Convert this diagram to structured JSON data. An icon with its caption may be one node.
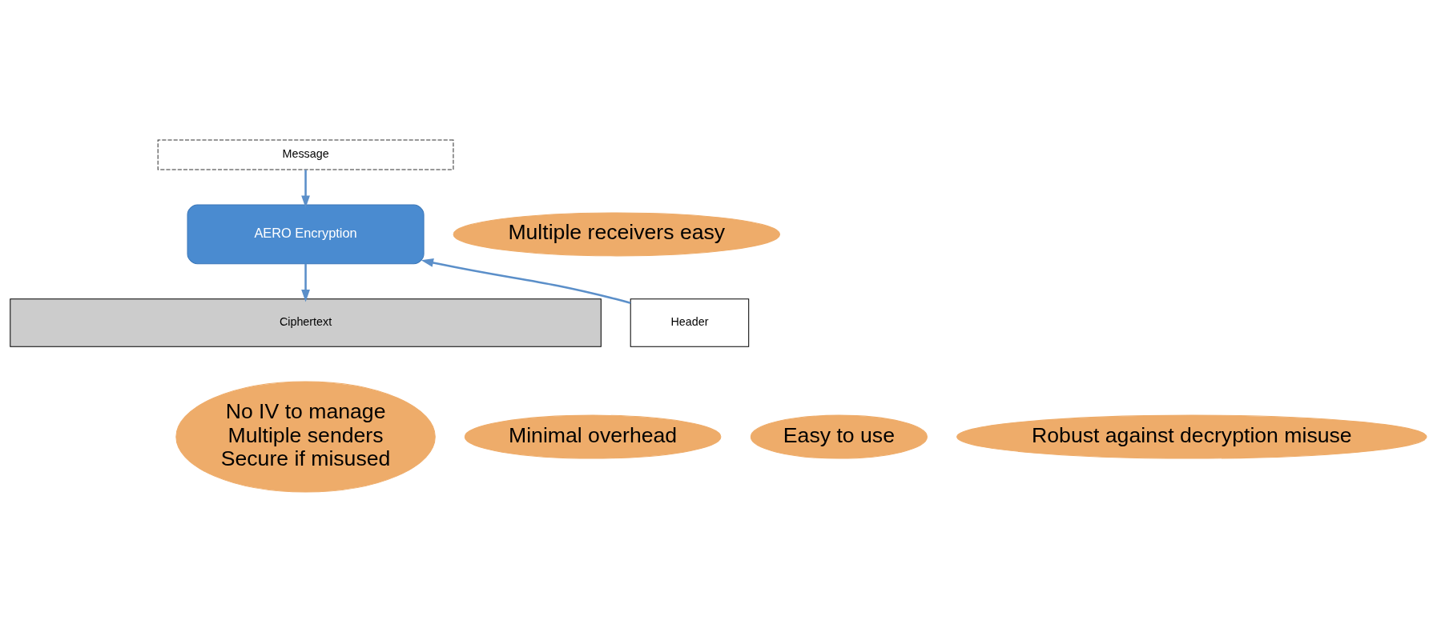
{
  "diagram": {
    "nodes": [
      {
        "text": [
          "Message"
        ]
      },
      {
        "text": [
          "Multiple receivers easy"
        ]
      },
      {
        "text": [
          "AERO Encryption"
        ]
      },
      {
        "text": [
          "Header"
        ]
      },
      {
        "text": [
          "Ciphertext"
        ]
      },
      {
        "text": [
          "No IV to manage",
          "Multiple senders",
          "Secure if misused"
        ]
      },
      {
        "text": [
          "Minimal overhead"
        ]
      },
      {
        "text": [
          "Easy to use"
        ]
      },
      {
        "text": [
          "Robust against decryption misuse"
        ]
      }
    ],
    "edges": [
      {
        "from": 0,
        "to": 2,
        "arrow": "to"
      },
      {
        "from": 3,
        "to": 2,
        "arrow": "to"
      },
      {
        "from": 2,
        "to": 4,
        "arrow": "to"
      }
    ]
  }
}
